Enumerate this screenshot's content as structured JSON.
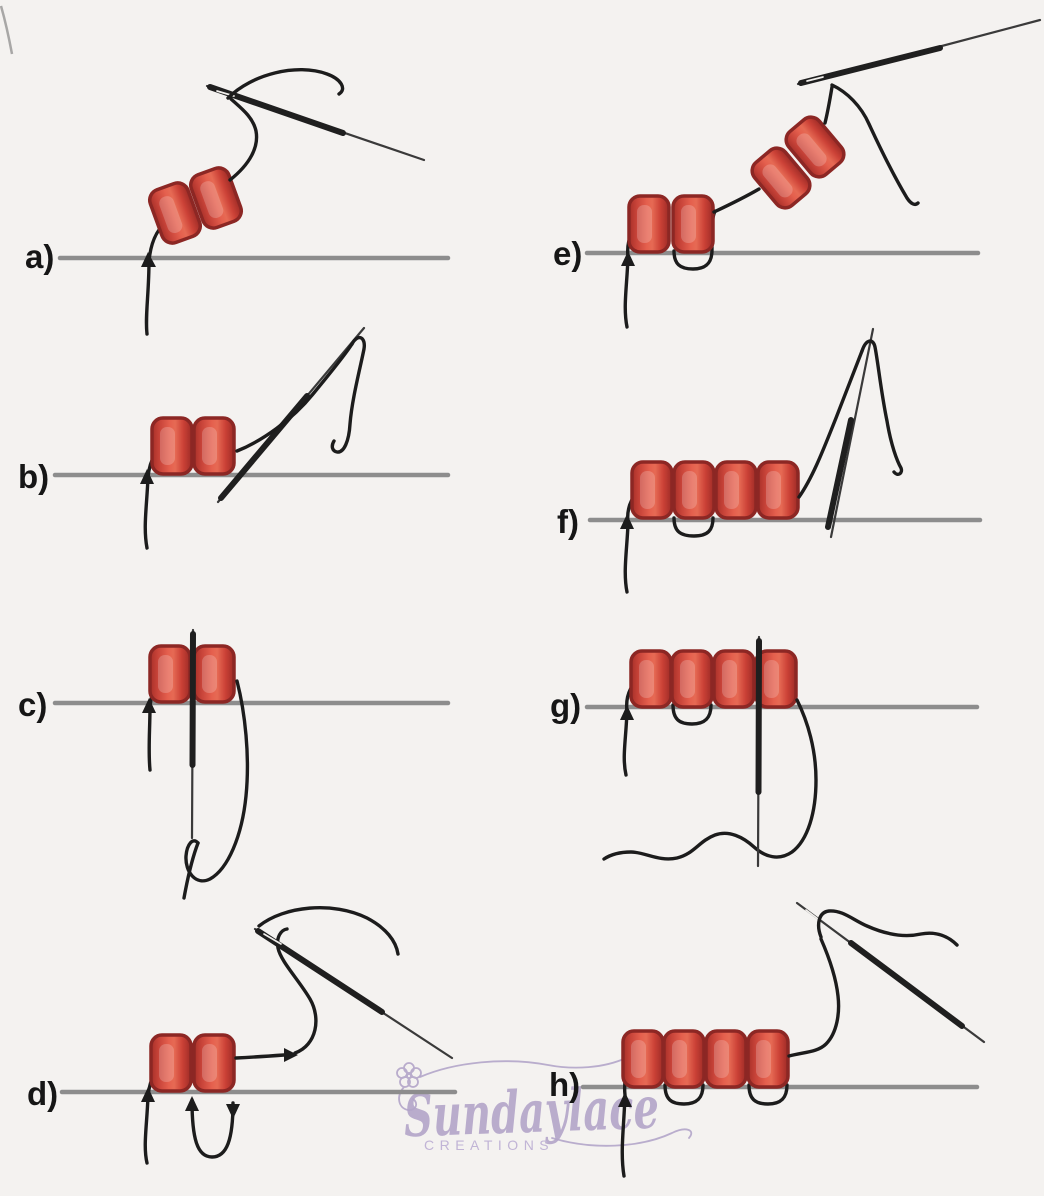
{
  "figure": {
    "kind": "bead embroidery backstitch tutorial illustration",
    "panels": [
      {
        "id": "a",
        "label": "a)",
        "beads": 2
      },
      {
        "id": "b",
        "label": "b)",
        "beads": 2
      },
      {
        "id": "c",
        "label": "c)",
        "beads": 2
      },
      {
        "id": "d",
        "label": "d)",
        "beads": 2
      },
      {
        "id": "e",
        "label": "e)",
        "beads": 4
      },
      {
        "id": "f",
        "label": "f)",
        "beads": 4
      },
      {
        "id": "g",
        "label": "g)",
        "beads": 4
      },
      {
        "id": "h",
        "label": "h)",
        "beads": 4
      }
    ],
    "watermark": {
      "brand": "Sundaylace",
      "subtitle": "CREATIONS"
    },
    "colors": {
      "background": "#f4f2f0",
      "fabric_line": "#8d8d8d",
      "thread": "#1c1c1c",
      "bead_red": "#d84b3f",
      "bead_outline": "#8c2724",
      "watermark": "#b3a5c9"
    }
  }
}
